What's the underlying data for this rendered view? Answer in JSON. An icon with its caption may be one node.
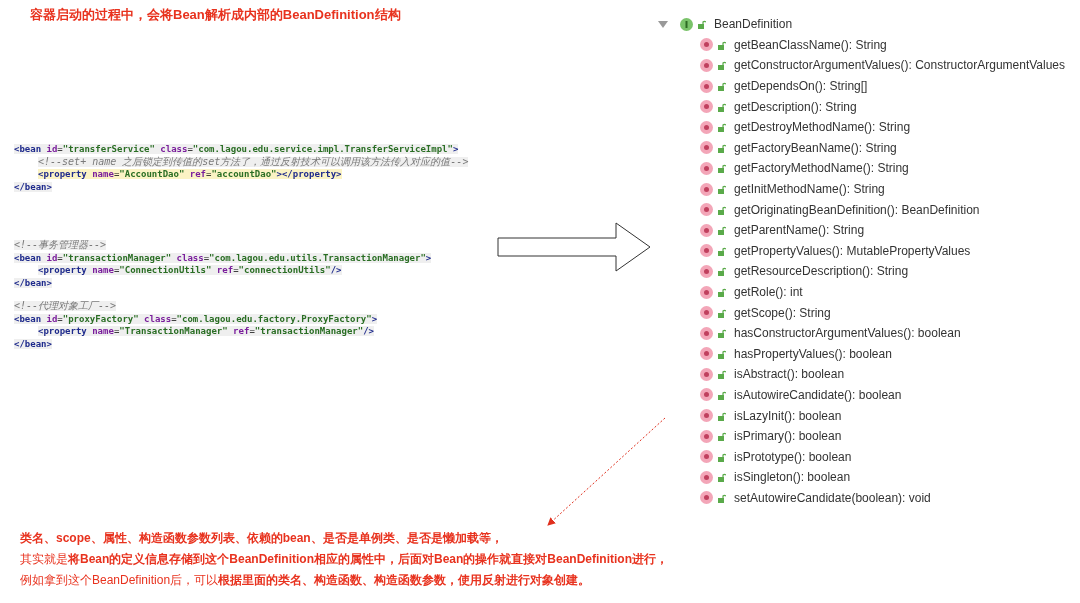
{
  "diagram": {
    "title": "容器启动的过程中，会将Bean解析成内部的**BeanDefinition**结构",
    "nodes": [
      {
        "text": [
          "<bean id=\"transferService\" class=\"com.lagou.edu.service.impl.TransferServiceImpl\"> <!--set+ name 之后锁定到传值的set方法了，通过反射技术可以调用该方法传入对应的值--> <property name=\"AccountDao\" ref=\"accountDao\"></property> </bean>",
          "<!--事务管理器--> <bean id=\"transactionManager\" class=\"com.lagou.edu.utils.TransactionManager\"> <property name=\"ConnectionUtils\" ref=\"connectionUtils\"/> </bean>",
          "<!--代理对象工厂--> <bean id=\"proxyFactory\" class=\"com.lagou.edu.factory.ProxyFactory\"> <property name=\"TransactionManager\" ref=\"transactionManager\"/> </bean>"
        ]
      },
      {
        "text": [
          "BeanDefinition",
          "getBeanClassName(): String",
          "getConstructorArgumentValues(): ConstructorArgumentValues",
          "getDependsOn(): String[]",
          "getDescription(): String",
          "getDestroyMethodName(): String",
          "getFactoryBeanName(): String",
          "getFactoryMethodName(): String",
          "getInitMethodName(): String",
          "getOriginatingBeanDefinition(): BeanDefinition",
          "getParentName(): String",
          "getPropertyValues(): MutablePropertyValues",
          "getResourceDescription(): String",
          "getRole(): int",
          "getScope(): String",
          "hasConstructorArgumentValues(): boolean",
          "hasPropertyValues(): boolean",
          "isAbstract(): boolean",
          "isAutowireCandidate(): boolean",
          "isLazyInit(): boolean",
          "isPrimary(): boolean",
          "isPrototype(): boolean",
          "isSingleton(): boolean",
          "setAutowireCandidate(boolean): void"
        ]
      },
      {
        "text": [
          "**类名、scope、属性、构造函数参数列表、依赖的bean、是否是单例类、是否是懒加载等，**",
          "其实就是**将Bean的定义信息存储到这个BeanDefinition相应的属性中，后面对Bean的操作就直接对BeanDefinition进行，**",
          "例如拿到这个BeanDefinition后，可以**根据里面的类名、构造函数、构造函数参数，使用反射进行对象创建。**"
        ]
      }
    ],
    "edges": [
      {
        "from": 0,
        "to": 1,
        "arrow": "to",
        "style": "thick"
      },
      {
        "from": 1,
        "to": 2,
        "arrow": "to",
        "style": "dashed",
        "color": "#e0301e"
      }
    ]
  }
}
